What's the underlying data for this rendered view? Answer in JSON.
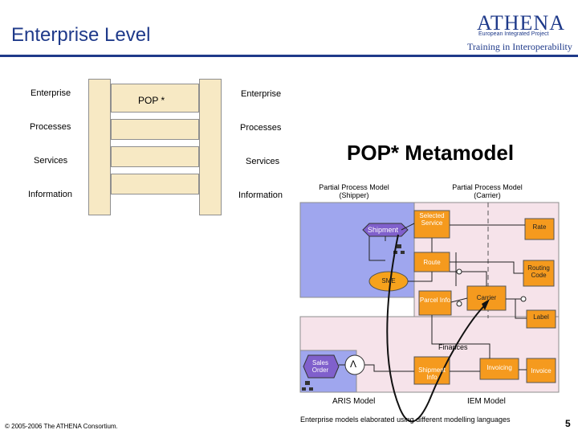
{
  "header": {
    "title": "Enterprise Level",
    "logo": "ATHENA",
    "logo_subtitle": "European Integrated Project",
    "tagline": "Training in Interoperability"
  },
  "left_enterprise": {
    "labels": [
      "Enterprise",
      "Processes",
      "Services",
      "Information"
    ]
  },
  "right_enterprise": {
    "labels": [
      "Enterprise",
      "Processes",
      "Services",
      "Information"
    ]
  },
  "pop_label": "POP *",
  "metamodel": {
    "title": "POP* Metamodel",
    "partial_shipper": "Partial Process Model (Shipper)",
    "partial_carrier": "Partial Process Model (Carrier)",
    "shipment": "Shipment",
    "selected_service": "Selected Service",
    "rate": "Rate",
    "route": "Route",
    "routing_code": "Routing Code",
    "sme": "SME",
    "parcel_info": "Parcel Info",
    "carrier": "Carrier",
    "label": "Label",
    "finances": "Finances",
    "sales_order": "Sales Order",
    "xor": "Λ",
    "shipment_info": "Shipment Info",
    "invoicing": "Invoicing",
    "invoice": "Invoice",
    "aris_model": "ARIS Model",
    "iem_model": "IEM Model",
    "caption": "Enterprise models elaborated using different modelling languages"
  },
  "footer": {
    "copyright": "© 2005-2006 The ATHENA Consortium.",
    "page_number": "5"
  },
  "colors": {
    "brand_blue": "#1f3a8a",
    "ent_box": "#f7e9c4",
    "aris_blue": "#9fa6ee",
    "iem_pink": "#f6e3ea",
    "iem_orange": "#f59a1e",
    "sme_orange": "#f6a21c",
    "process_purple": "#8060cc"
  }
}
